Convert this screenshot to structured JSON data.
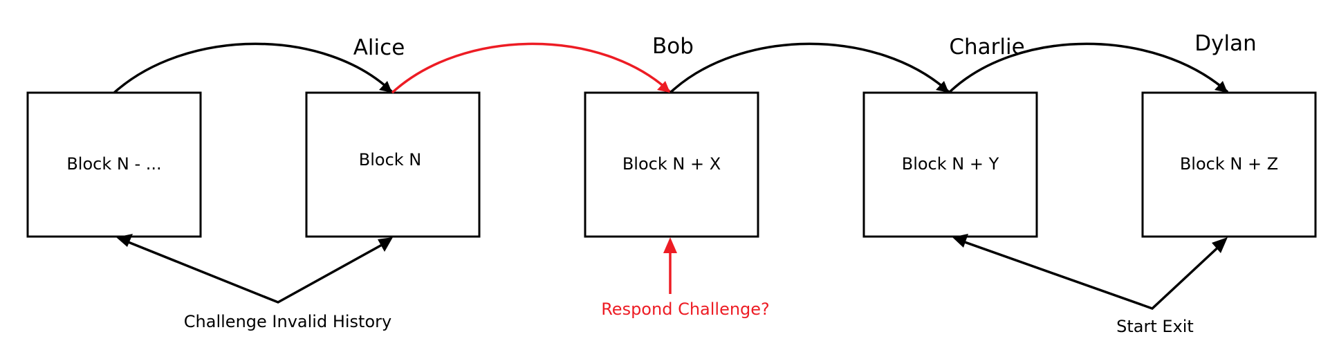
{
  "colors": {
    "stroke": "#000000",
    "highlight": "#ed1c24"
  },
  "blocks": [
    {
      "label": "Block N - ..."
    },
    {
      "label": "Block N"
    },
    {
      "label": "Block N + X"
    },
    {
      "label": "Block N + Y"
    },
    {
      "label": "Block N + Z"
    }
  ],
  "people": [
    {
      "name": "Alice"
    },
    {
      "name": "Bob"
    },
    {
      "name": "Charlie"
    },
    {
      "name": "Dylan"
    }
  ],
  "annotations": {
    "challenge_invalid_history": "Challenge Invalid History",
    "respond_challenge": "Respond Challenge?",
    "start_exit": "Start Exit"
  }
}
